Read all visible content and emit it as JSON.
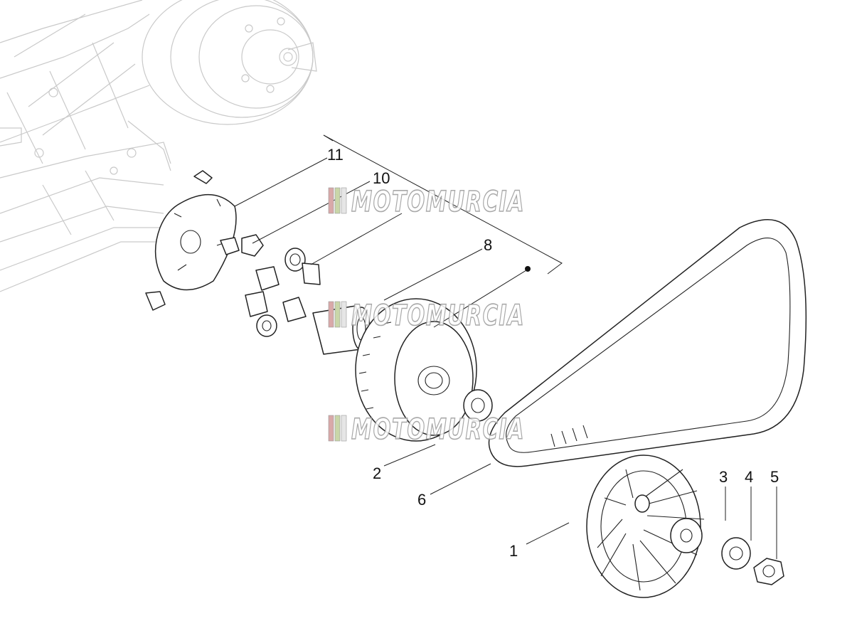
{
  "callouts": {
    "c1": "1",
    "c2": "2",
    "c3": "3",
    "c4": "4",
    "c5": "5",
    "c6": "6",
    "c8": "8",
    "c10": "10",
    "c11": "11"
  },
  "watermark": {
    "text": "MOTOMURCIA",
    "stripe_colors": [
      "#d9a9a9",
      "#c9d6a8",
      "#e6e6e6"
    ]
  },
  "colors": {
    "line": "#222222",
    "engine_line": "#c9c9c9",
    "background": "#ffffff"
  }
}
